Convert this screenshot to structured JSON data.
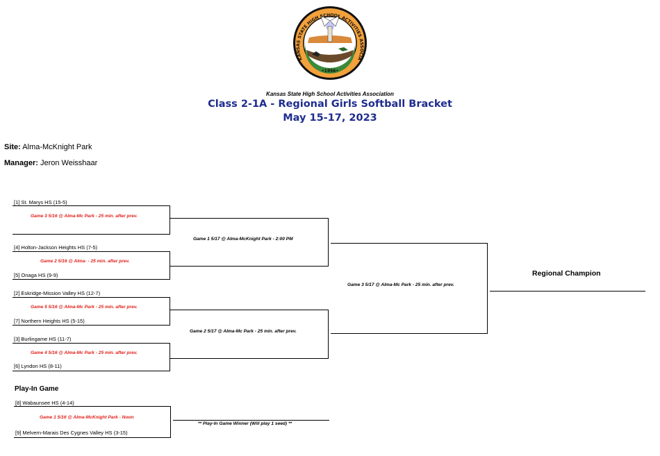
{
  "header": {
    "logo_text": "KANSAS STATE HIGH SCHOOL ACTIVITIES ASSOCIATION, INC. 1956",
    "organization": "Kansas State High School Activities Association",
    "title": "Class 2-1A - Regional Girls Softball Bracket",
    "dates": "May 15-17, 2023"
  },
  "info": {
    "site_label": "Site:",
    "site_value": "Alma-McKnight Park",
    "manager_label": "Manager:",
    "manager_value": "Jeron Weisshaar"
  },
  "teams": {
    "t1": "[1] St. Marys HS   (15-5)",
    "t4": "[4] Holton-Jackson Heights HS   (7-5)",
    "t5": "[5] Onaga HS   (9-9)",
    "t2": "[2] Eskridge-Mission Valley HS   (12-7)",
    "t7": "[7] Northern Heights HS   (5-15)",
    "t3": "[3] Burlingame HS   (11-7)",
    "t6": "[6] Lyndon HS   (8-11)",
    "t8": "[8] Wabaunsee HS   (4-14)",
    "t9": "[9] Melvern-Marais Des Cygnes Valley HS   (3-15)"
  },
  "games": {
    "r1_g3": "Game 3 5/16 @ Alma-Mc Park - 25 min. after prev.",
    "r1_g2": "Game 2 5/16 @ Alma- - 25 min. after prev.",
    "r1_g5": "Game 5 5/16 @ Alma-Mc Park - 25 min. after prev.",
    "r1_g4": "Game 4 5/16 @ Alma-Mc Park - 25 min. after prev.",
    "semi_g1": "Game 1 5/17 @ Alma-McKnight Park - 2:00 PM",
    "semi_g2": "Game 2 5/17 @ Alma-Mc Park - 25 min. after prev.",
    "final_g3": "Game 3 5/17 @ Alma-Mc Park - 25 min. after prev.",
    "playin_g1": "Game 1 5/16 @ Alma-McKnight Park - Noon",
    "playin_winner": "** Play-In Game Winner (Will play 1 seed) **"
  },
  "labels": {
    "champion": "Regional Champion",
    "playin_heading": "Play-In Game"
  },
  "colors": {
    "title_blue": "#1f2c8f",
    "game_red": "#e0201a"
  }
}
